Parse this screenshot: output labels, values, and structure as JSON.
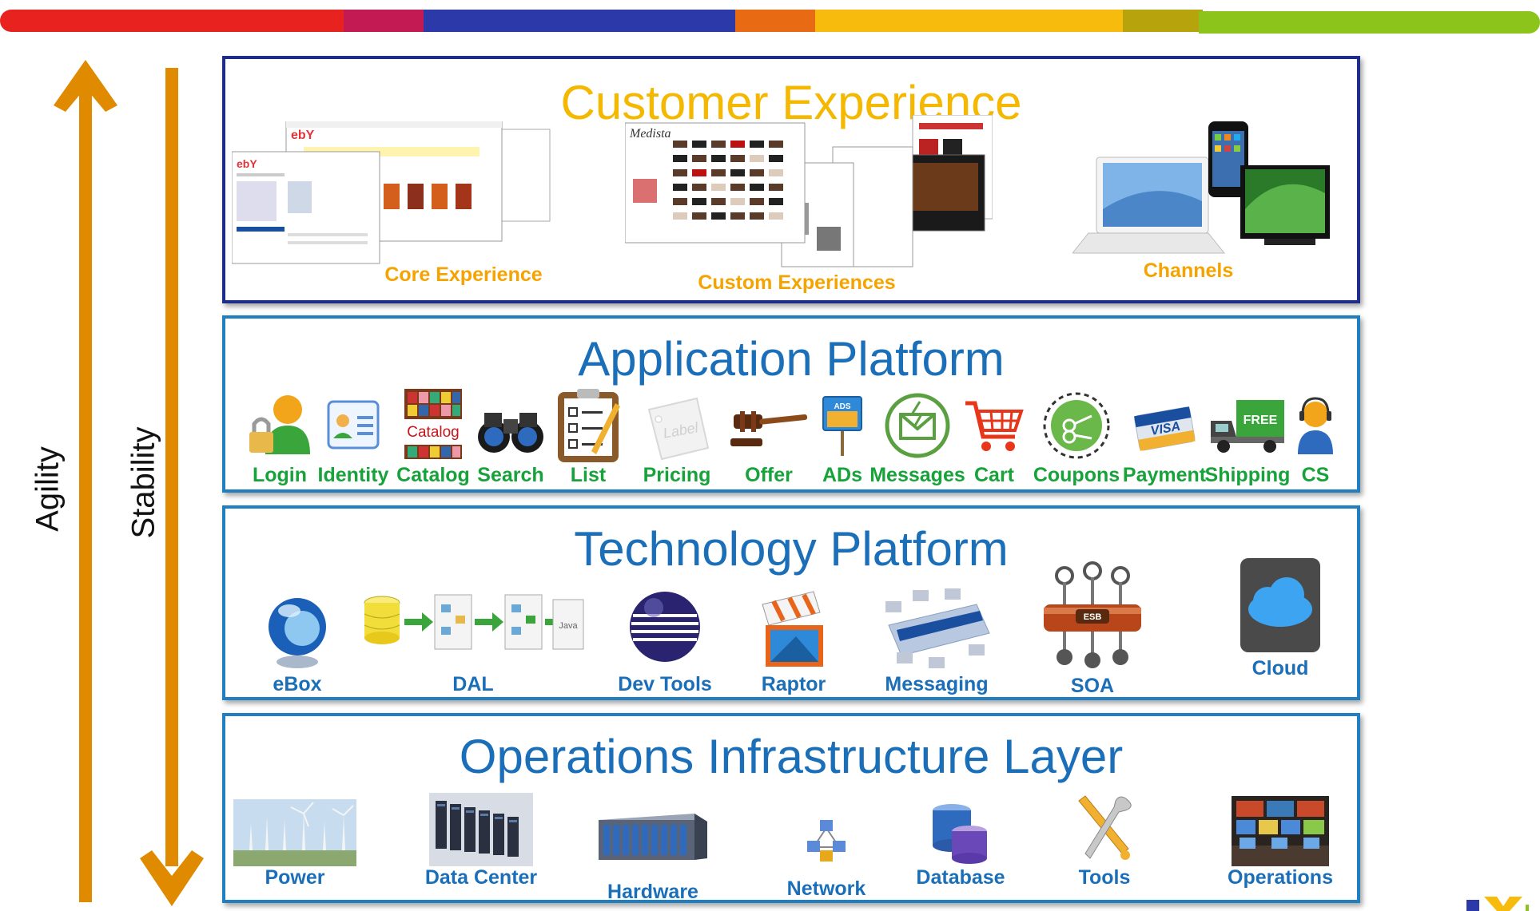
{
  "layers": {
    "customer_experience": {
      "title": "Customer Experience",
      "items": [
        {
          "label": "Core Experience",
          "icon": "ebay-page-screenshots-icon"
        },
        {
          "label": "Custom Experiences",
          "icon": "shoe-store-screenshots-icon"
        },
        {
          "label": "Channels",
          "icon": "devices-laptop-phone-tv-icon"
        }
      ],
      "screenshot_text": {
        "ebay": "ebY",
        "medista": "Medista"
      }
    },
    "application_platform": {
      "title": "Application Platform",
      "items": [
        {
          "label": "Login",
          "icon": "lock-user-icon"
        },
        {
          "label": "Identity",
          "icon": "id-card-icon"
        },
        {
          "label": "Catalog",
          "icon": "catalog-book-icon"
        },
        {
          "label": "Search",
          "icon": "binoculars-icon"
        },
        {
          "label": "List",
          "icon": "clipboard-checklist-icon"
        },
        {
          "label": "Pricing",
          "icon": "price-tag-icon"
        },
        {
          "label": "Offer",
          "icon": "gavel-icon"
        },
        {
          "label": "ADs",
          "icon": "ads-sign-icon"
        },
        {
          "label": "Messages",
          "icon": "envelope-icon"
        },
        {
          "label": "Cart",
          "icon": "shopping-cart-icon"
        },
        {
          "label": "Coupons",
          "icon": "scissors-coupon-icon"
        },
        {
          "label": "Payment",
          "icon": "credit-card-icon"
        },
        {
          "label": "Shipping",
          "icon": "truck-icon"
        },
        {
          "label": "CS",
          "icon": "headset-agent-icon"
        }
      ],
      "icon_text": {
        "catalog": "Catalog",
        "pricing": "Label",
        "ads": "ADS",
        "payment": "VISA",
        "shipping": "FREE"
      }
    },
    "technology_platform": {
      "title": "Technology Platform",
      "items": [
        {
          "label": "eBox",
          "icon": "ebox-orb-icon"
        },
        {
          "label": "DAL",
          "icon": "data-access-flow-icon"
        },
        {
          "label": "Dev Tools",
          "icon": "eclipse-icon"
        },
        {
          "label": "Raptor",
          "icon": "film-clapper-icon"
        },
        {
          "label": "Messaging",
          "icon": "message-bus-diagram-icon"
        },
        {
          "label": "SOA",
          "icon": "esb-pipe-icon"
        },
        {
          "label": "Cloud",
          "icon": "cloud-icon"
        }
      ],
      "icon_text": {
        "dal": "Java",
        "soa": "ESB"
      }
    },
    "operations_infrastructure": {
      "title": "Operations Infrastructure Layer",
      "items": [
        {
          "label": "Power",
          "icon": "wind-turbines-icon"
        },
        {
          "label": "Data Center",
          "icon": "server-racks-icon"
        },
        {
          "label": "Hardware",
          "icon": "blade-server-icon"
        },
        {
          "label": "Network",
          "icon": "network-nodes-icon"
        },
        {
          "label": "Database",
          "icon": "database-cylinders-icon"
        },
        {
          "label": "Tools",
          "icon": "wrench-screwdriver-icon"
        },
        {
          "label": "Operations",
          "icon": "operations-room-icon"
        }
      ]
    }
  },
  "axes": {
    "agility": "Agility",
    "stability": "Stability"
  },
  "colors": {
    "arrow": "#e08a00",
    "cx_title": "#f5b800",
    "platform_title": "#1a6fb8",
    "app_labels": "#18a23a",
    "cx_border": "#1f2d8a",
    "layer_border": "#1f7fc0"
  }
}
